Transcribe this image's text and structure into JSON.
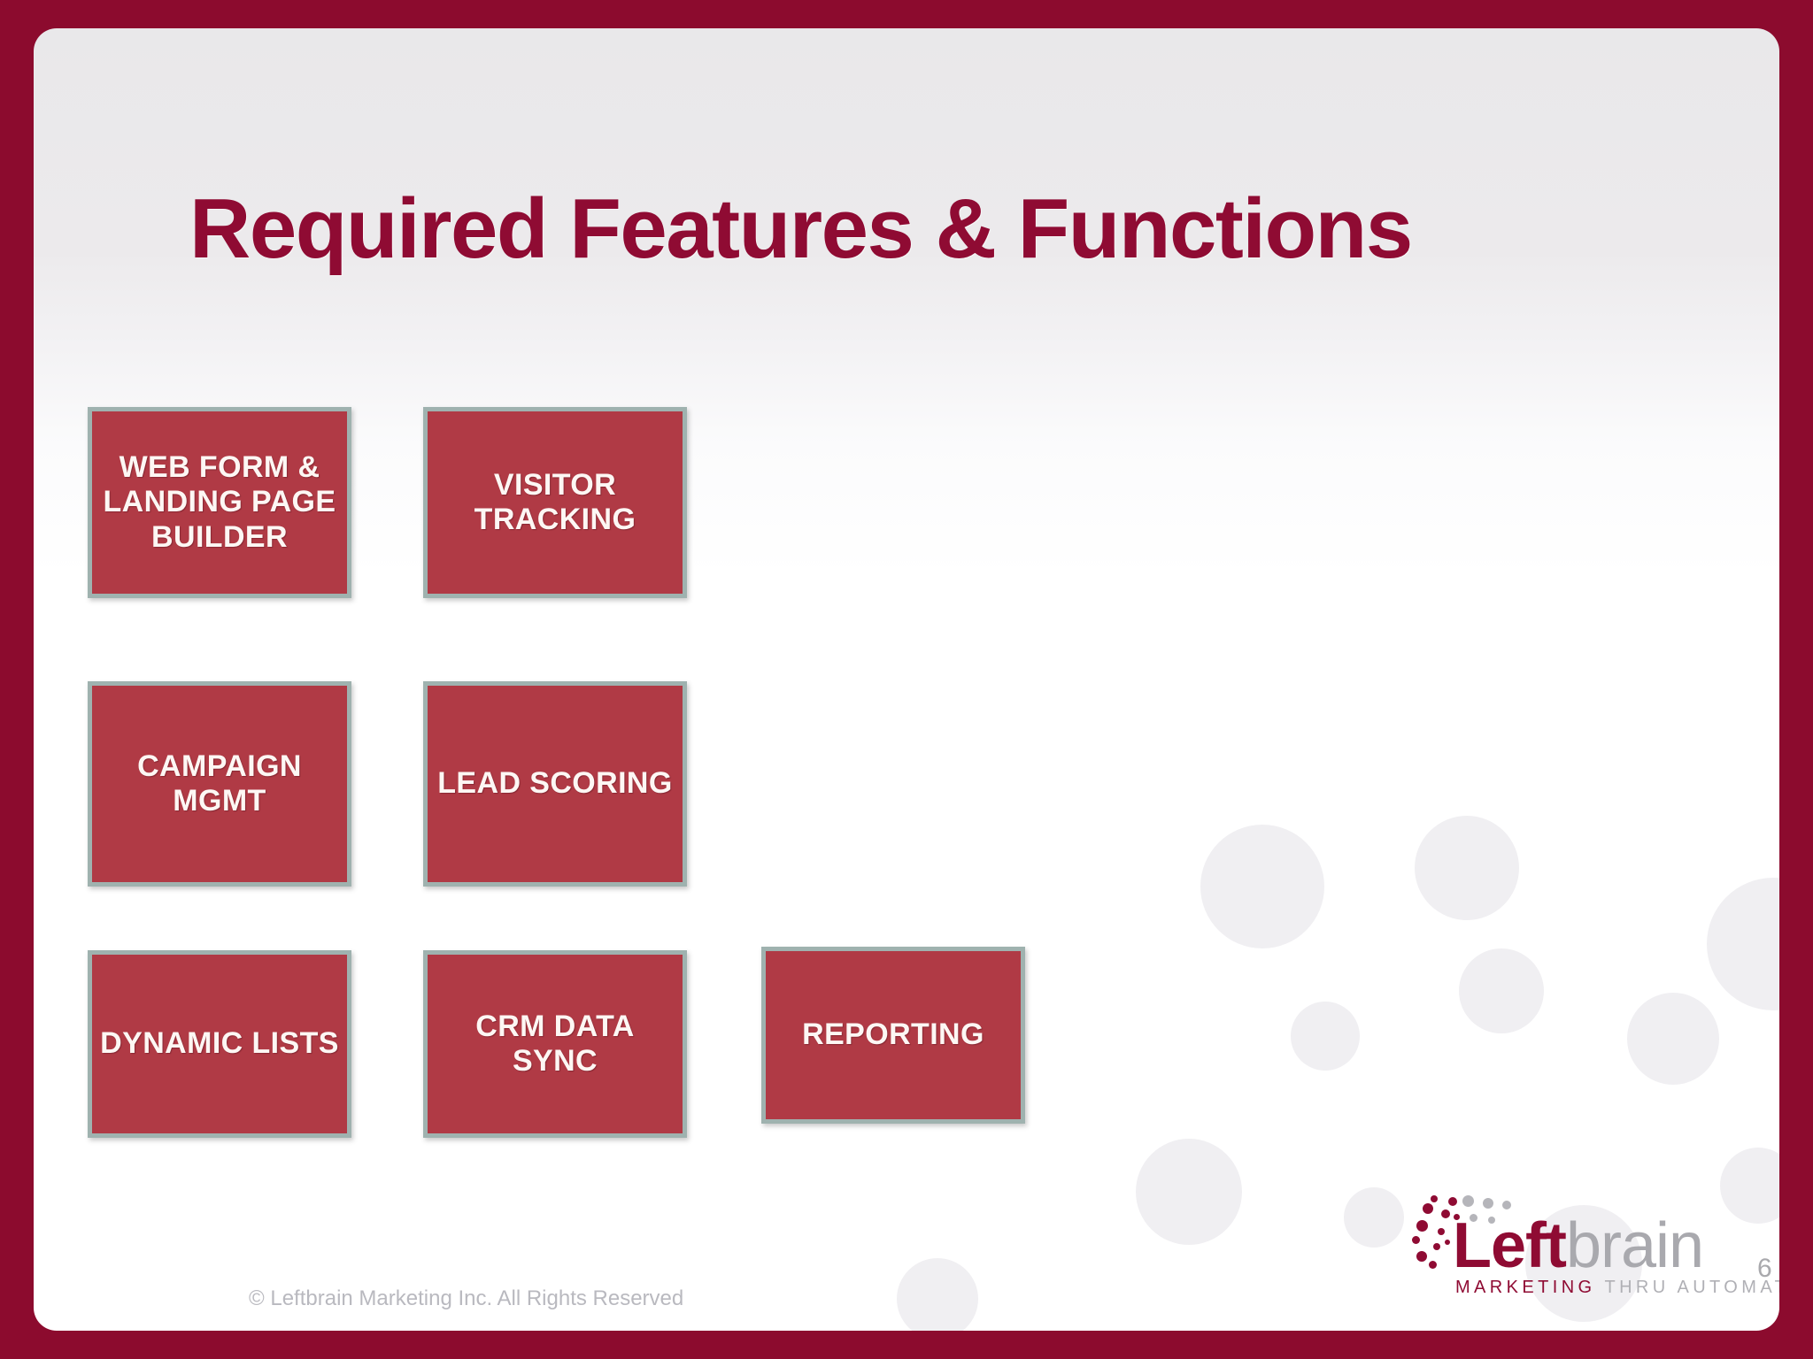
{
  "slide": {
    "title": "Required Features & Functions",
    "page_number": "6",
    "copyright": "© Leftbrain Marketing Inc. All Rights Reserved",
    "accent_color": "#8f0b33",
    "box_fill_color": "#b03a45",
    "box_border_color": "#9fb2af",
    "box_text_color": "#fdf7f4"
  },
  "features": [
    {
      "label": "WEB FORM & LANDING PAGE BUILDER",
      "name": "web-form-landing-page-builder"
    },
    {
      "label": "VISITOR TRACKING",
      "name": "visitor-tracking"
    },
    {
      "label": "CAMPAIGN MGMT",
      "name": "campaign-mgmt"
    },
    {
      "label": "LEAD SCORING",
      "name": "lead-scoring"
    },
    {
      "label": "DYNAMIC LISTS",
      "name": "dynamic-lists"
    },
    {
      "label": "CRM DATA SYNC",
      "name": "crm-data-sync"
    },
    {
      "label": "REPORTING",
      "name": "reporting"
    }
  ],
  "logo": {
    "word_left": "Left",
    "word_brain": "brain",
    "tagline_marketing": "MARKETING",
    "tagline_thru": "THRU AUTOMATION",
    "maroon": "#8f0b33",
    "gray": "#a9a9ae"
  }
}
